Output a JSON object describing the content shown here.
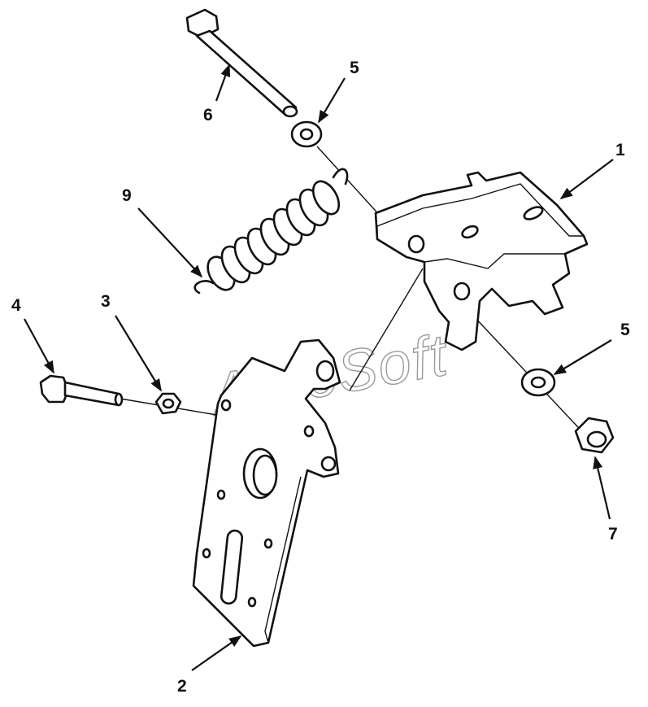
{
  "watermark": "AutoSoft",
  "callouts": {
    "c1": "1",
    "c2": "2",
    "c3": "3",
    "c4": "4",
    "c5a": "5",
    "c5b": "5",
    "c6": "6",
    "c7": "7",
    "c9": "9"
  }
}
